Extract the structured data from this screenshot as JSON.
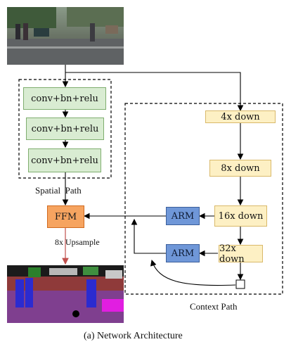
{
  "spatial_path": {
    "title": "Spatial  Path",
    "layers": [
      "conv+bn+relu",
      "conv+bn+relu",
      "conv+bn+relu"
    ]
  },
  "context_path": {
    "title": "Context Path",
    "downsamples": [
      "4x down",
      "8x down",
      "16x down",
      "32x down"
    ],
    "arm_labels": [
      "ARM",
      "ARM"
    ]
  },
  "ffm": {
    "label": "FFM"
  },
  "upsample": {
    "label": "8x Upsample"
  },
  "caption": "(a) Network Architecture",
  "images": {
    "input": "street-scene-photo",
    "output": "segmentation-map"
  },
  "colors": {
    "conv_fill": "#d9ecd2",
    "down_fill": "#fdf0c4",
    "arm_fill": "#6f97d8",
    "ffm_fill": "#f6a460",
    "upsample_arrow": "#c0504d"
  }
}
